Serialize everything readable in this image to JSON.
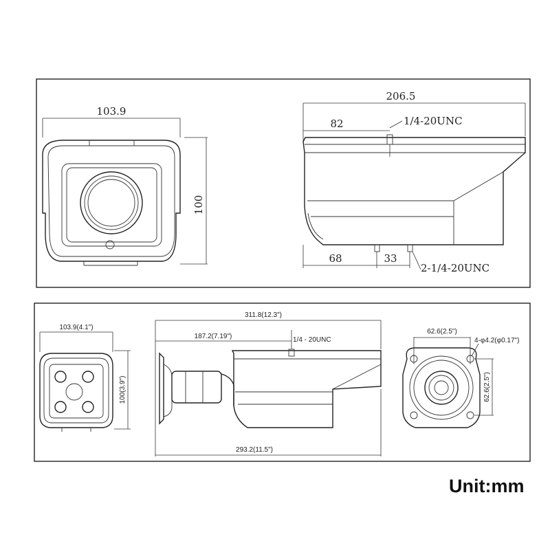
{
  "top_panel": {
    "front_width": "103.9",
    "front_height": "100",
    "side_length": "206.5",
    "side_mount_offset": "82",
    "top_thread": "1/4-20UNC",
    "bottom_offset": "68",
    "bottom_spacing": "33",
    "bottom_thread": "2-1/4-20UNC"
  },
  "bottom_panel": {
    "front_width": "103.9(4.1\")",
    "front_height": "100(3.9\")",
    "total_length": "311.8(12.3\")",
    "mount_offset": "187.2(7.19\")",
    "thread": "1/4 - 20UNC",
    "body_length": "293.2(11.5\")",
    "base_width": "62.6(2.5\")",
    "holes": "4-φ4.2(φ0.17\")",
    "base_height": "62.6(2.5\")"
  },
  "unit_label": "Unit:mm"
}
